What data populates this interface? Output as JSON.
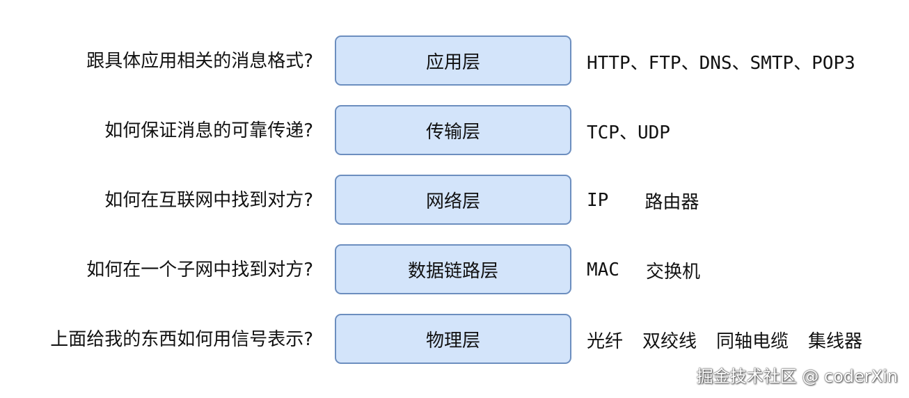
{
  "layers": [
    {
      "question": "跟具体应用相关的消息格式?",
      "name": "应用层",
      "examples_text": "HTTP、FTP、DNS、SMTP、POP3"
    },
    {
      "question": "如何保证消息的可靠传递?",
      "name": "传输层",
      "examples_text": "TCP、UDP"
    },
    {
      "question": "如何在互联网中找到对方?",
      "name": "网络层",
      "examples": [
        "IP",
        "路由器"
      ]
    },
    {
      "question": "如何在一个子网中找到对方?",
      "name": "数据链路层",
      "examples": [
        "MAC",
        "交换机"
      ]
    },
    {
      "question": "上面给我的东西如何用信号表示?",
      "name": "物理层",
      "examples": [
        "光纤",
        "双绞线",
        "同轴电缆",
        "集线器"
      ]
    }
  ],
  "watermark": "掘金技术社区 @ coderXin",
  "colors": {
    "box_fill": "#d3e4fa",
    "box_border": "#6c8ebf"
  }
}
